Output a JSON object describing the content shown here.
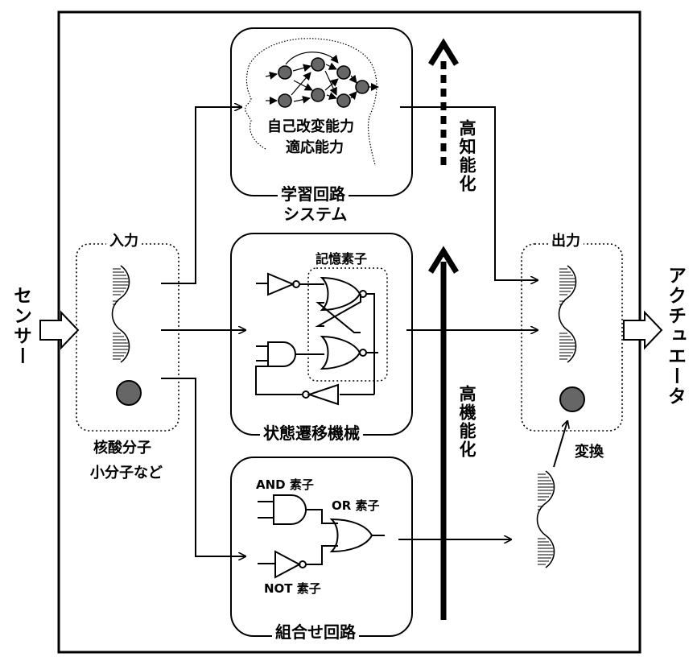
{
  "left_label": "センサー",
  "right_label": "アクチュエータ",
  "input": {
    "title": "入力",
    "caption_line1": "核酸分子",
    "caption_line2": "小分子など"
  },
  "output": {
    "title": "出力",
    "convert_label": "変換"
  },
  "learning": {
    "inner_line1": "自己改変能力",
    "inner_line2": "適応能力",
    "title_line1": "学習回路",
    "title_line2": "システム"
  },
  "state_machine": {
    "memory_label": "記憶素子",
    "title": "状態遷移機械"
  },
  "combinational": {
    "and_label": "AND 素子",
    "or_label": "OR 素子",
    "not_label": "NOT 素子",
    "title": "組合せ回路"
  },
  "arrows": {
    "upper_label": "高知能化",
    "lower_label": "高機能化"
  },
  "colors": {
    "line": "#000000",
    "node_fill": "#666666",
    "background": "#ffffff"
  }
}
